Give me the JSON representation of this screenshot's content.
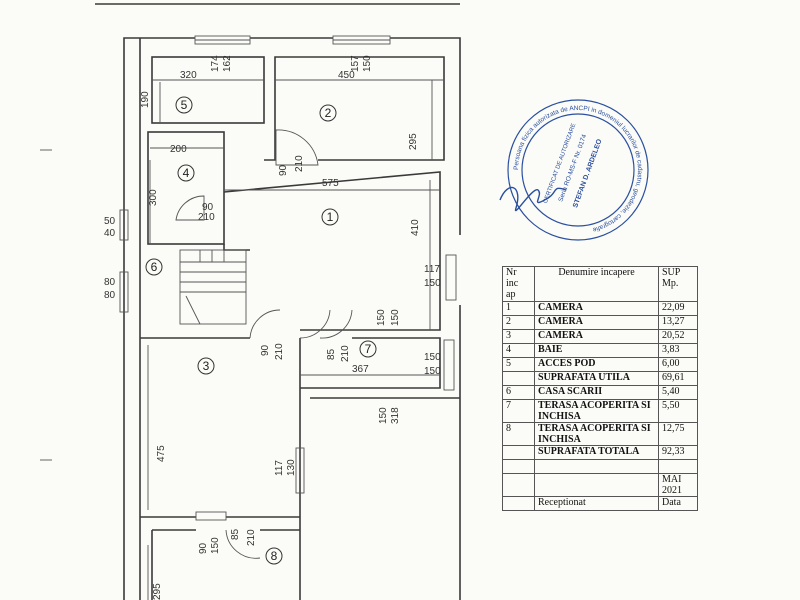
{
  "dimensions": {
    "room5_width": "320",
    "room5_height": "190",
    "room2_width": "450",
    "room2_height": "295",
    "window_top_left": "174",
    "window_top_left_b": "162",
    "window_top_mid": "157",
    "window_top_mid_b": "150",
    "room4_width": "200",
    "room4_height": "300",
    "door_90": "90",
    "door_210": "210",
    "room1_width": "575",
    "room1_height": "410",
    "win_50": "50",
    "win_40": "40",
    "win_80": "80",
    "win_80b": "80",
    "right_117": "117",
    "right_150": "150",
    "door_150_top": "150",
    "door_150_b": "150",
    "door_85": "85",
    "door_210b": "210",
    "room7_width": "367",
    "r150a": "150",
    "r150b": "150",
    "room3_height": "475",
    "win3_117": "117",
    "win3_130": "130",
    "bottom_150": "150",
    "bottom_318": "318",
    "bottom_90": "90",
    "bottom_150c": "150",
    "bottom_85": "85",
    "bottom_210": "210",
    "room8_height": "295"
  },
  "room_numbers": [
    "1",
    "2",
    "3",
    "4",
    "5",
    "6",
    "7",
    "8"
  ],
  "legend": {
    "header": {
      "nr": "Nr\ninc\nap",
      "name": "Denumire incapere",
      "sup": "SUP\nMp."
    },
    "rows": [
      {
        "nr": "1",
        "name": "CAMERA",
        "sup": "22,09"
      },
      {
        "nr": "2",
        "name": "CAMERA",
        "sup": "13,27"
      },
      {
        "nr": "3",
        "name": "CAMERA",
        "sup": "20,52"
      },
      {
        "nr": "4",
        "name": "BAIE",
        "sup": "3,83"
      },
      {
        "nr": "5",
        "name": "ACCES POD",
        "sup": "6,00"
      },
      {
        "nr": "",
        "name": "SUPRAFATA UTILA",
        "sup": "69,61"
      },
      {
        "nr": "6",
        "name": "CASA SCARII",
        "sup": "5,40"
      },
      {
        "nr": "7",
        "name": "TERASA ACOPERITA SI INCHISA",
        "sup": "5,50"
      },
      {
        "nr": "8",
        "name": "TERASA ACOPERITA SI INCHISA",
        "sup": "12,75"
      },
      {
        "nr": "",
        "name": "SUPRAFATA TOTALA",
        "sup": "92,33"
      },
      {
        "nr": "",
        "name": "",
        "sup": ""
      },
      {
        "nr": "",
        "name": "",
        "sup": "MAI 2021"
      },
      {
        "nr": "",
        "name": "Receptionat",
        "sup": "Data"
      }
    ]
  },
  "stamp": {
    "outer": "Persoana fizica autorizata de ANCPI in domeniul lucrarilor de cadastru, geodezie, cartografie",
    "cert": "CERTIFICAT DE AUTORIZARE",
    "series": "Seria RO-MS-F Nr. 0174",
    "name": "STEFAN D. ARDELEO"
  },
  "colors": {
    "ink": "#3a3a3a",
    "paper": "#fbfbf7",
    "stamp": "#2a4fa0"
  }
}
